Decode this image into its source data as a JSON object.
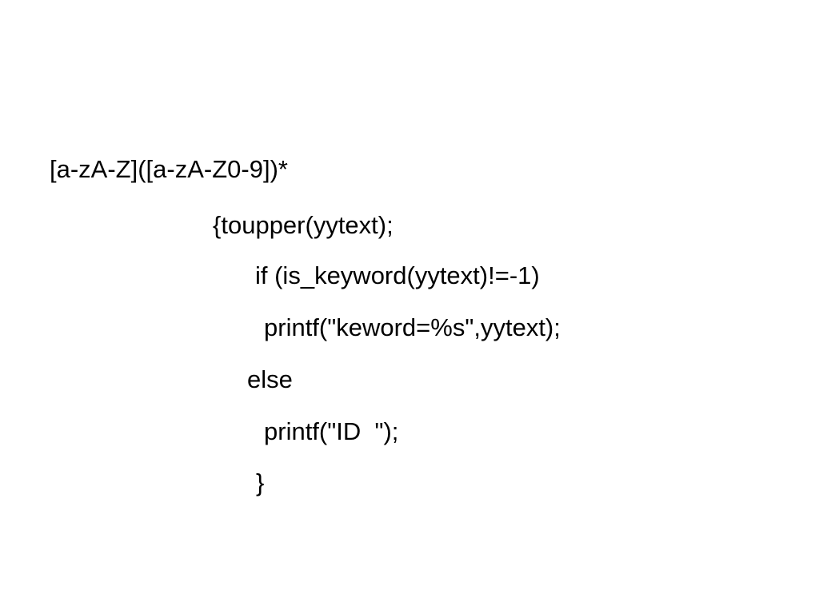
{
  "slide": {
    "lines": [
      "[a-zA-Z]([a-zA-Z0-9])*",
      "{toupper(yytext);",
      "if (is_keyword(yytext)!=-1)",
      "printf(\"keword=%s\",yytext);",
      "else",
      "printf(\"ID  \");",
      "}"
    ]
  }
}
